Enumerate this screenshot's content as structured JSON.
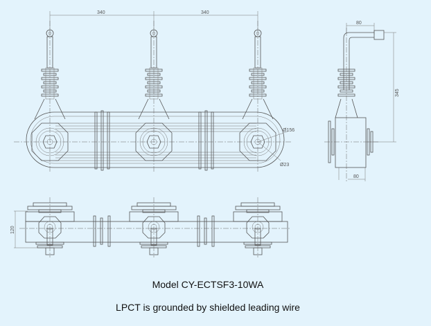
{
  "drawing": {
    "dimensions": {
      "spacing_left": "340",
      "spacing_right": "340",
      "side_top_width": "80",
      "side_height": "345",
      "diameter_outer": "Ø156",
      "diameter_inner": "Ø23",
      "side_bottom_width": "80",
      "bottom_height": "120"
    },
    "line_color": "#555555",
    "background": "#e3f3fc"
  },
  "captions": {
    "model": "Model CY-ECTSF3-10WA",
    "note": "LPCT is grounded by shielded leading wire"
  }
}
